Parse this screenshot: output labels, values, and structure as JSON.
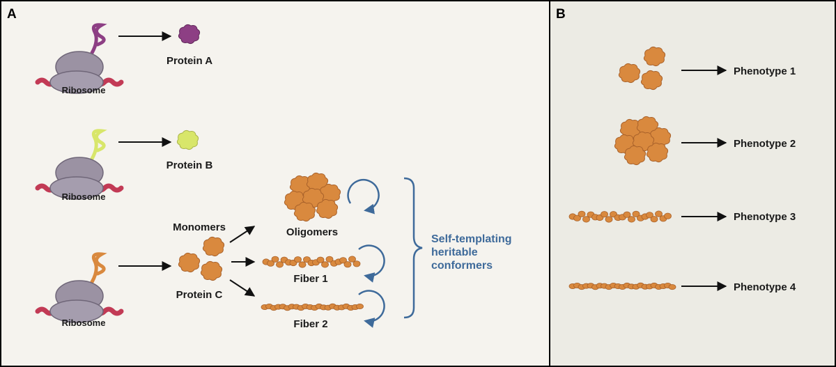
{
  "panel_a": {
    "letter": "A",
    "ribosome_label": "Ribosome",
    "protein_a": "Protein A",
    "protein_b": "Protein B",
    "protein_c": "Protein C",
    "monomers": "Monomers",
    "oligomers": "Oligomers",
    "fiber_1": "Fiber 1",
    "fiber_2": "Fiber 2",
    "bracket_label": [
      "Self-templating",
      "heritable",
      "conformers"
    ]
  },
  "panel_b": {
    "letter": "B",
    "phenotypes": [
      "Phenotype 1",
      "Phenotype 2",
      "Phenotype 3",
      "Phenotype 4"
    ]
  },
  "colors": {
    "panel_a_bg": "#f5f3ee",
    "panel_b_bg": "#ecebe4",
    "ribosome": "#9b92a3",
    "mrna": "#c23a55",
    "protein_a": "#8d3f84",
    "protein_b": "#d8e66a",
    "protein_c": "#d9893e",
    "blue": "#3e6a9a"
  }
}
